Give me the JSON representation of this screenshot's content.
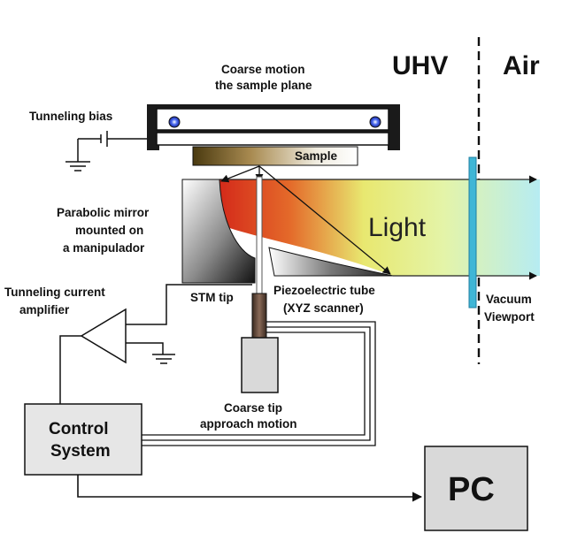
{
  "regions": {
    "uhv": "UHV",
    "air": "Air"
  },
  "labels": {
    "coarse_motion_sample_1": "Coarse motion",
    "coarse_motion_sample_2": "the sample plane",
    "tunneling_bias": "Tunneling bias",
    "sample": "Sample",
    "mirror_1": "Parabolic  mirror",
    "mirror_2": "mounted on",
    "mirror_3": "a manipulador",
    "light": "Light",
    "tunneling_current_1": "Tunneling current",
    "tunneling_current_2": "amplifier",
    "stm_tip": "STM tip",
    "piezo_1": "Piezoelectric tube",
    "piezo_2": "(XYZ scanner)",
    "vacuum_1": "Vacuum",
    "vacuum_2": "Viewport",
    "coarse_tip_1": "Coarse tip",
    "coarse_tip_2": "approach motion",
    "control_1": "Control",
    "control_2": "System",
    "pc": "PC"
  },
  "colors": {
    "light_start": "#d42a1a",
    "light_mid": "#eef060",
    "light_end": "#b8ecf0",
    "viewport": "#3fb6d6",
    "box_fill": "#e6e6e6",
    "pc_fill": "#d9d9d9"
  }
}
